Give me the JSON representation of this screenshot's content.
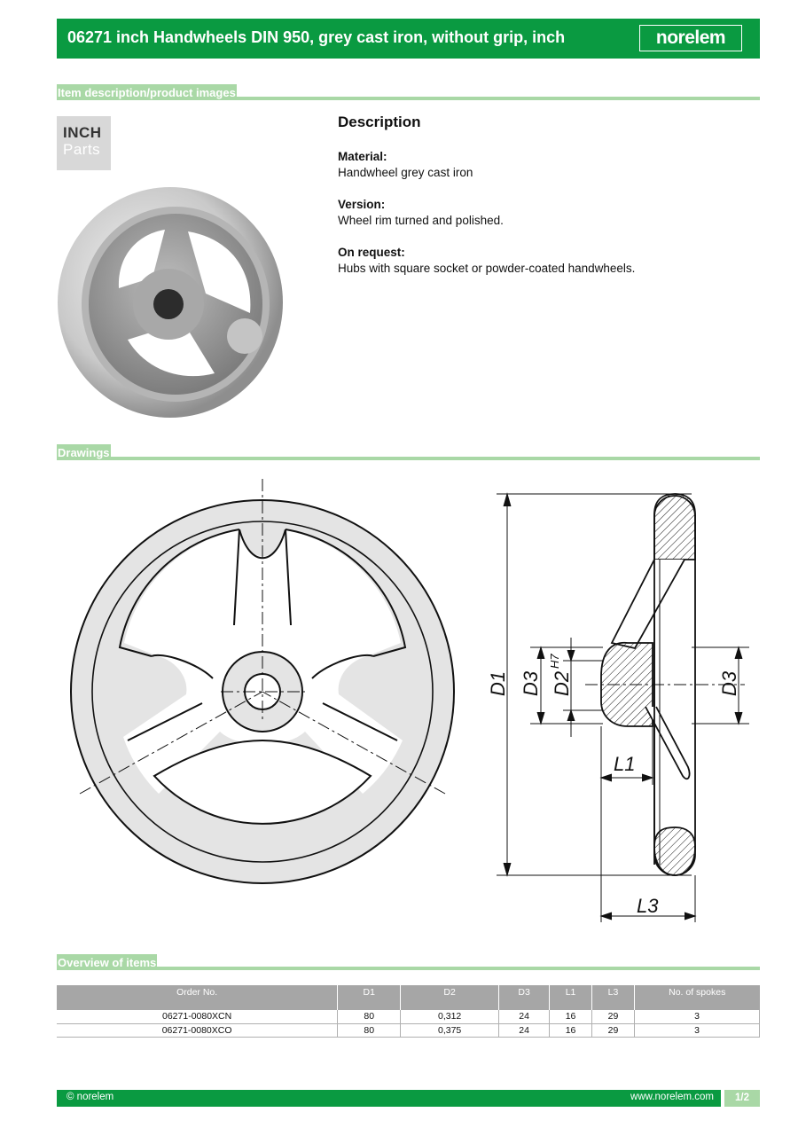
{
  "header": {
    "title": "06271 inch Handwheels DIN 950, grey cast iron, without grip, inch",
    "logo": "norelem",
    "brand_color": "#0a9a41"
  },
  "sections": {
    "description_images": "Item description/product images",
    "drawings": "Drawings",
    "overview": "Overview of items"
  },
  "badge": {
    "line1": "INCH",
    "line2": "Parts"
  },
  "description": {
    "title": "Description",
    "material_label": "Material:",
    "material_text": "Handwheel grey cast iron",
    "version_label": "Version:",
    "version_text": "Wheel rim turned and polished.",
    "request_label": "On request:",
    "request_text": "Hubs with square socket or powder-coated handwheels."
  },
  "drawing_labels": {
    "d1": "D1",
    "d2": "D2",
    "d2_tol": "H7",
    "d3": "D3",
    "l1": "L1",
    "l3": "L3"
  },
  "table": {
    "headers": [
      "Order No.",
      "D1",
      "D2",
      "D3",
      "L1",
      "L3",
      "No. of spokes"
    ],
    "rows": [
      [
        "06271-0080XCN",
        "80",
        "0,312",
        "24",
        "16",
        "29",
        "3"
      ],
      [
        "06271-0080XCO",
        "80",
        "0,375",
        "24",
        "16",
        "29",
        "3"
      ]
    ]
  },
  "footer": {
    "copyright": "© norelem",
    "url": "www.norelem.com",
    "page": "1/2"
  }
}
